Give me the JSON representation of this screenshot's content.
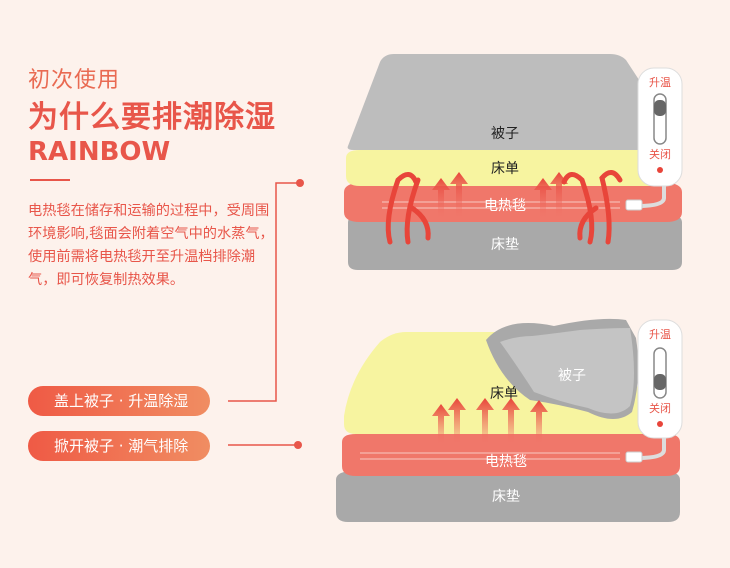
{
  "header": {
    "subtitle": "初次使用",
    "title": "为什么要排潮除湿",
    "brand": "RAINBOW"
  },
  "description": "电热毯在储存和运输的过程中，受周围环境影响,毯面会附着空气中的水蒸气，使用前需将电热毯开至升温档排除潮气，即可恢复制热效果。",
  "steps": [
    {
      "label": "盖上被子 · 升温除湿"
    },
    {
      "label": "掀开被子 · 潮气排除"
    }
  ],
  "diagram_top": {
    "layers": {
      "quilt": "被子",
      "sheet": "床单",
      "blanket": "电热毯",
      "mattress": "床垫"
    },
    "controller": {
      "up": "升温",
      "off": "关闭"
    }
  },
  "diagram_bottom": {
    "layers": {
      "quilt": "被子",
      "sheet": "床单",
      "blanket": "电热毯",
      "mattress": "床垫"
    },
    "controller": {
      "up": "升温",
      "off": "关闭"
    }
  },
  "colors": {
    "accent": "#e8564a",
    "quilt": "#bdbdbd",
    "sheet": "#f7f4a0",
    "blanket": "#f0776a",
    "mattress": "#a9a9a9",
    "background": "#fdf2ec"
  },
  "icons": [
    "arrow-up-icon",
    "arrow-curl-icon",
    "switch-icon",
    "power-led-icon"
  ]
}
